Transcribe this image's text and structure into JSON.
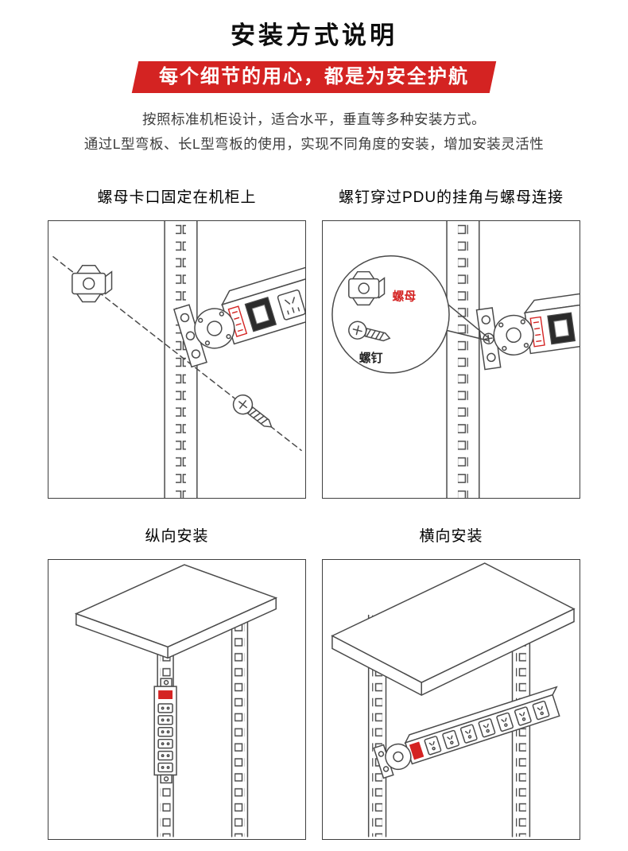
{
  "page": {
    "title": "安装方式说明",
    "banner": "每个细节的用心，都是为安全护航",
    "description": [
      "按照标准机柜设计，适合水平，垂直等多种安装方式。",
      "通过L型弯板、长L型弯板的使用，实现不同角度的安装，增加安装灵活性"
    ]
  },
  "panels": [
    {
      "title": "螺母卡口固定在机柜上"
    },
    {
      "title": "螺钉穿过PDU的挂角与螺母连接",
      "callout": {
        "nut": "螺母",
        "screw": "螺钉"
      }
    },
    {
      "title": "纵向安装"
    },
    {
      "title": "横向安装"
    }
  ],
  "colors": {
    "accent_red": "#d42322",
    "line": "#4a4a4a"
  }
}
